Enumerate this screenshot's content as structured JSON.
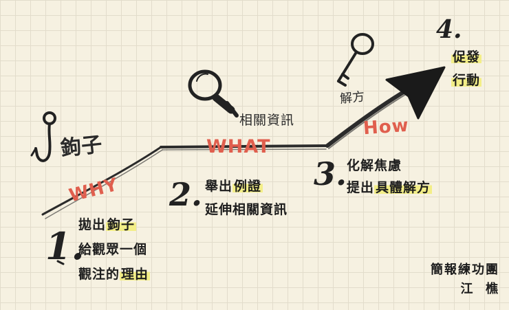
{
  "steps": [
    {
      "number": "1.",
      "label": "WHY",
      "lines": [
        {
          "parts": [
            {
              "text": "拋出",
              "hl": false
            },
            {
              "text": "鉤子",
              "hl": true
            }
          ]
        },
        {
          "parts": [
            {
              "text": "給觀眾一個",
              "hl": false
            }
          ]
        },
        {
          "parts": [
            {
              "text": "觀注的",
              "hl": false
            },
            {
              "text": "理由",
              "hl": true
            }
          ]
        }
      ]
    },
    {
      "number": "2.",
      "label": "WHAT",
      "lines": [
        {
          "parts": [
            {
              "text": "舉出",
              "hl": false
            },
            {
              "text": "例證",
              "hl": true
            }
          ]
        },
        {
          "parts": [
            {
              "text": "延伸相關資訊",
              "hl": false
            }
          ]
        }
      ]
    },
    {
      "number": "3.",
      "label": "How",
      "lines": [
        {
          "parts": [
            {
              "text": "化解焦慮",
              "hl": false
            }
          ]
        },
        {
          "parts": [
            {
              "text": "提出",
              "hl": false
            },
            {
              "text": "具體解方",
              "hl": true
            }
          ]
        }
      ]
    },
    {
      "number": "4.",
      "label": "",
      "lines": [
        {
          "parts": [
            {
              "text": "促發",
              "hl": true
            }
          ]
        },
        {
          "parts": [
            {
              "text": "行動",
              "hl": true
            }
          ]
        }
      ]
    }
  ],
  "sketch_notes": {
    "hook": "鉤子",
    "magnifier": "相關資訊",
    "key": "解方"
  },
  "credit": {
    "line1": "簡報練功團",
    "line2": "江  樵"
  },
  "colors": {
    "background": "#f6f1e1",
    "grid": "#e2dccb",
    "label_red": "#e05f4e",
    "highlight": "#f3ee87",
    "ink": "#1d1d1d"
  }
}
